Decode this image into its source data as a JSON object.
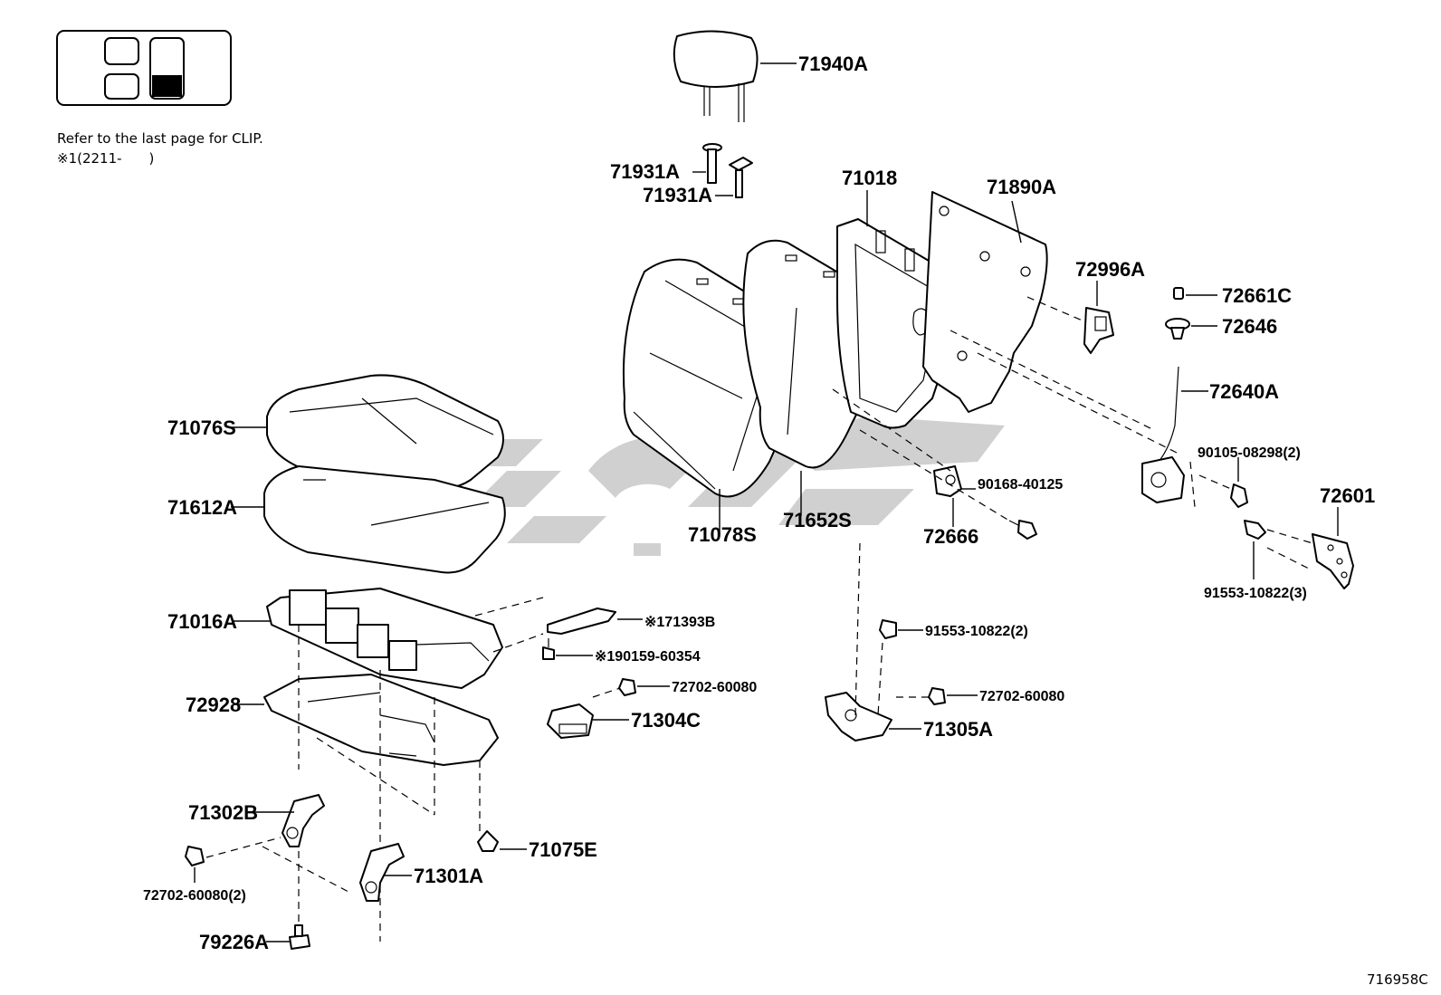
{
  "legend": {
    "note_line1": "Refer to the last page for CLIP.",
    "note_line2": "※1(2211-　　)"
  },
  "labels": {
    "p71940A": "71940A",
    "p71931A_1": "71931A",
    "p71931A_2": "71931A",
    "p71018": "71018",
    "p71890A": "71890A",
    "p72996A": "72996A",
    "p72661C": "72661C",
    "p72646": "72646",
    "p72640A": "72640A",
    "p90105": "90105-08298(2)",
    "p72601": "72601",
    "p90168": "90168-40125",
    "p72666": "72666",
    "p91553_3": "91553-10822(3)",
    "p71076S": "71076S",
    "p71612A": "71612A",
    "p71078S": "71078S",
    "p71652S": "71652S",
    "p71016A": "71016A",
    "p71393B": "※171393B",
    "p190159": "※190159-60354",
    "p72702_a": "72702-60080",
    "p71304C": "71304C",
    "p91553_2": "91553-10822(2)",
    "p72702_b": "72702-60080",
    "p71305A": "71305A",
    "p72928": "72928",
    "p71302B": "71302B",
    "p72702_2": "72702-60080(2)",
    "p71301A": "71301A",
    "p71075E": "71075E",
    "p79226A": "79226A",
    "diagram_code": "716958C"
  }
}
